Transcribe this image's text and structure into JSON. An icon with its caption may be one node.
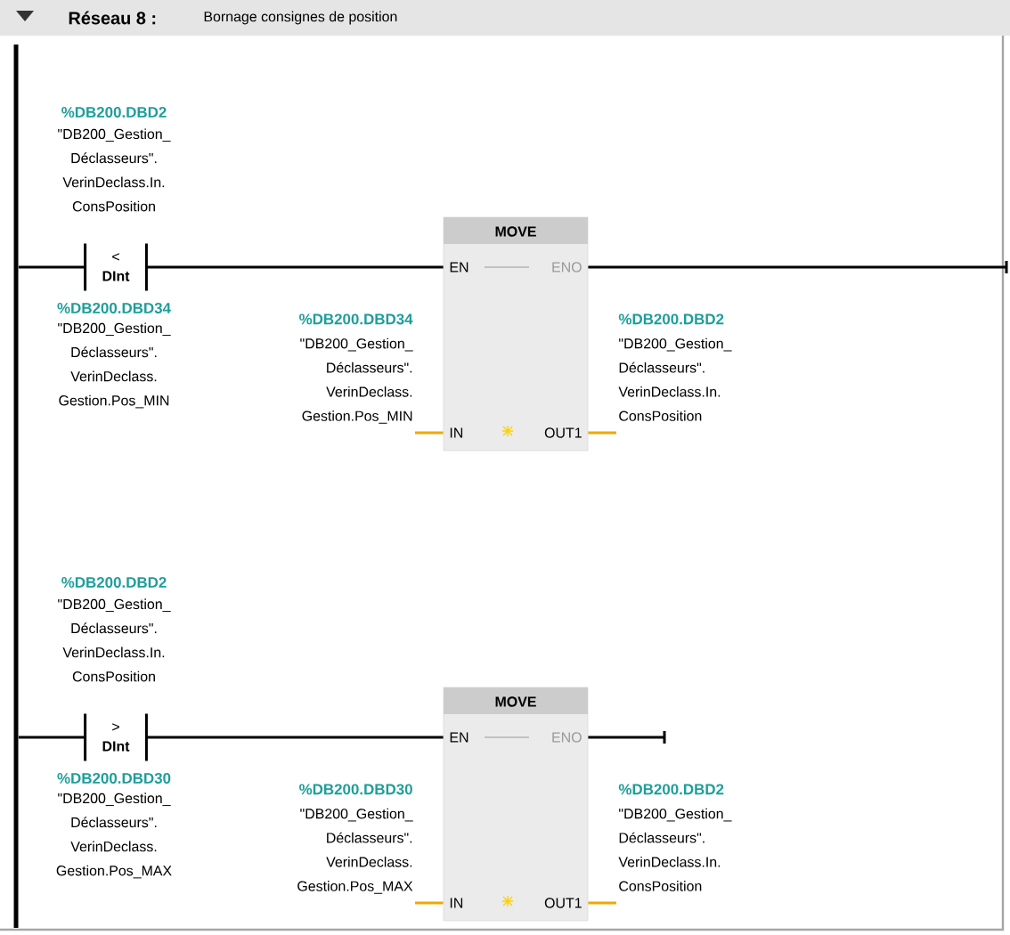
{
  "diagram": {
    "title": "Réseau 8 :",
    "nodes": [
      {
        "text": [],
        "shape": "bar"
      },
      {
        "text": [
          "<",
          "DInt"
        ],
        "beside": [
          "%DB200.DBD2",
          "\"DB200_Gestion_ Déclasseurs\". VerinDeclass.In. ConsPosition",
          "%DB200.DBD34",
          "\"DB200_Gestion_ Déclasseurs\". VerinDeclass. Gestion.Pos_MIN"
        ]
      },
      {
        "text": [
          "MOVE",
          "EN",
          "ENO",
          "IN",
          "OUT1"
        ]
      },
      {
        "text": [
          "%DB200.DBD34",
          "\"DB200_Gestion_ Déclasseurs\". VerinDeclass. Gestion.Pos_MIN"
        ]
      },
      {
        "text": [
          "%DB200.DBD2",
          "\"DB200_Gestion_ Déclasseurs\". VerinDeclass.In. ConsPosition"
        ]
      },
      {
        "text": [
          ">",
          "DInt"
        ],
        "beside": [
          "%DB200.DBD2",
          "\"DB200_Gestion_ Déclasseurs\". VerinDeclass.In. ConsPosition",
          "%DB200.DBD30",
          "\"DB200_Gestion_ Déclasseurs\". VerinDeclass. Gestion.Pos_MAX"
        ]
      },
      {
        "text": [
          "MOVE",
          "EN",
          "ENO",
          "IN",
          "OUT1"
        ]
      },
      {
        "text": [
          "%DB200.DBD30",
          "\"DB200_Gestion_ Déclasseurs\". VerinDeclass. Gestion.Pos_MAX"
        ]
      },
      {
        "text": [
          "%DB200.DBD2",
          "\"DB200_Gestion_ Déclasseurs\". VerinDeclass.In. ConsPosition"
        ]
      }
    ],
    "edges": [
      {
        "from": 0,
        "to": 1,
        "arrow": "none"
      },
      {
        "from": 1,
        "to": 2,
        "arrow": "none"
      },
      {
        "from": 2,
        "to": null,
        "arrow": "none"
      },
      {
        "from": 3,
        "to": 2,
        "arrow": "none",
        "color": "#f0a800"
      },
      {
        "from": 2,
        "to": 4,
        "arrow": "none",
        "color": "#f0a800"
      },
      {
        "from": 0,
        "to": 5,
        "arrow": "none"
      },
      {
        "from": 5,
        "to": 6,
        "arrow": "none"
      },
      {
        "from": 6,
        "to": null,
        "arrow": "none"
      },
      {
        "from": 7,
        "to": 6,
        "arrow": "none",
        "color": "#f0a800"
      },
      {
        "from": 6,
        "to": 8,
        "arrow": "none",
        "color": "#f0a800"
      }
    ],
    "labels": [
      "Bornage consignes de position"
    ]
  }
}
